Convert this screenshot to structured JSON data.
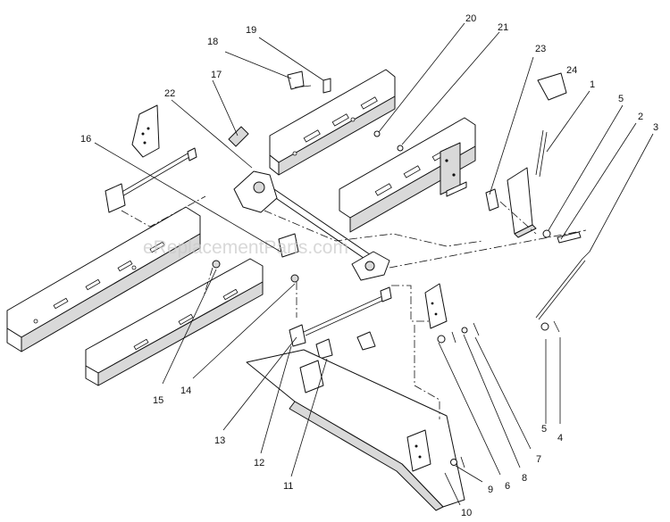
{
  "watermark": "eReplacementParts.com",
  "callouts": [
    {
      "id": "c1",
      "text": "1"
    },
    {
      "id": "c2",
      "text": "2"
    },
    {
      "id": "c3",
      "text": "3"
    },
    {
      "id": "c4",
      "text": "4"
    },
    {
      "id": "c5a",
      "text": "5"
    },
    {
      "id": "c5b",
      "text": "5"
    },
    {
      "id": "c6",
      "text": "6"
    },
    {
      "id": "c7",
      "text": "7"
    },
    {
      "id": "c8",
      "text": "8"
    },
    {
      "id": "c9",
      "text": "9"
    },
    {
      "id": "c10",
      "text": "10"
    },
    {
      "id": "c11",
      "text": "11"
    },
    {
      "id": "c12",
      "text": "12"
    },
    {
      "id": "c13",
      "text": "13"
    },
    {
      "id": "c14",
      "text": "14"
    },
    {
      "id": "c15",
      "text": "15"
    },
    {
      "id": "c16",
      "text": "16"
    },
    {
      "id": "c17",
      "text": "17"
    },
    {
      "id": "c18",
      "text": "18"
    },
    {
      "id": "c19",
      "text": "19"
    },
    {
      "id": "c20",
      "text": "20"
    },
    {
      "id": "c21",
      "text": "21"
    },
    {
      "id": "c22",
      "text": "22"
    },
    {
      "id": "c23",
      "text": "23"
    },
    {
      "id": "c24",
      "text": "24"
    }
  ]
}
